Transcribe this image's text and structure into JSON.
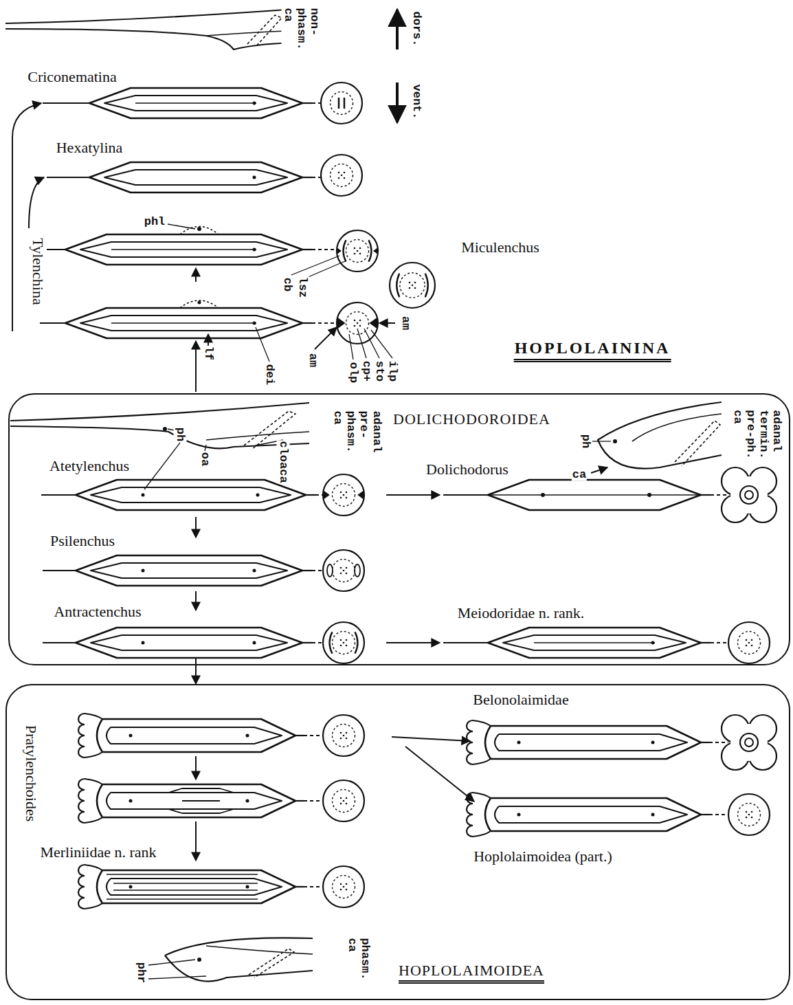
{
  "diagram": {
    "nodes": [
      {
        "text": [
          "DOLICHODOROIDEA"
        ]
      },
      {
        "text": [
          "HOPLOLAIMOIDEA"
        ]
      }
    ],
    "edges": [
      {
        "from": 0,
        "to": 1,
        "arrow": "to"
      }
    ],
    "labels": [
      "non- phasm. ca",
      "dors.",
      "vent.",
      "Criconematina",
      "Hexatylina",
      "phl",
      "Tylenchina",
      "Miculenchus",
      "cb",
      "lsz",
      "lf",
      "dei",
      "am",
      "am",
      "ilp",
      "sto",
      "cp+",
      "olp",
      "HOPLOLAININA",
      "adanal pre- phasm. ca",
      "ph",
      "oa",
      "cloaca",
      "ph",
      "ca",
      "adanal termin. pre-ph. ca",
      "Atetylenchus",
      "Dolichodorus",
      "Psilenchus",
      "Antractenchus",
      "Meiodoridae n. rank.",
      "Pratylenchoides",
      "Belonolaimidae",
      "Merliniidae n. rank",
      "Hoplolaimoidea (part.)",
      "phr",
      "phasm. ca"
    ]
  }
}
